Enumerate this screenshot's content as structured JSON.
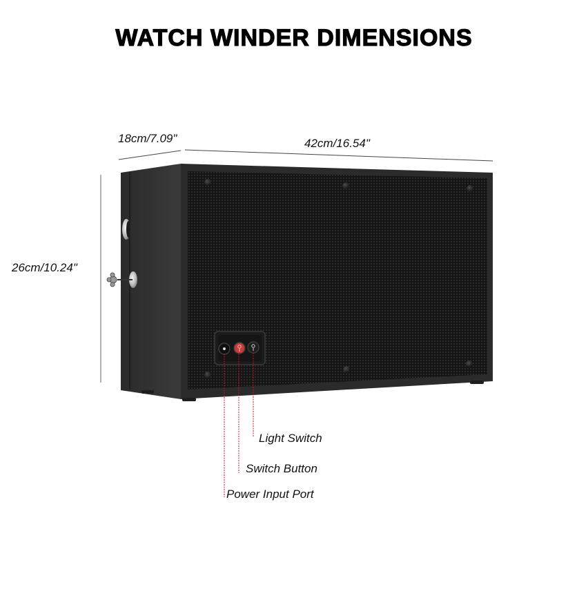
{
  "title": "WATCH WINDER DIMENSIONS",
  "dimensions": {
    "depth": "18cm/7.09\"",
    "width": "42cm/16.54\"",
    "height": "26cm/10.24\""
  },
  "callouts": [
    {
      "label": "Light Switch"
    },
    {
      "label": "Switch Button"
    },
    {
      "label": "Power Input Port"
    }
  ],
  "colors": {
    "background": "#ffffff",
    "body": "#2b2b2b",
    "mesh": "#1a1a1a",
    "leader_line": "#c8102e",
    "switch_red": "#c63a3a"
  }
}
